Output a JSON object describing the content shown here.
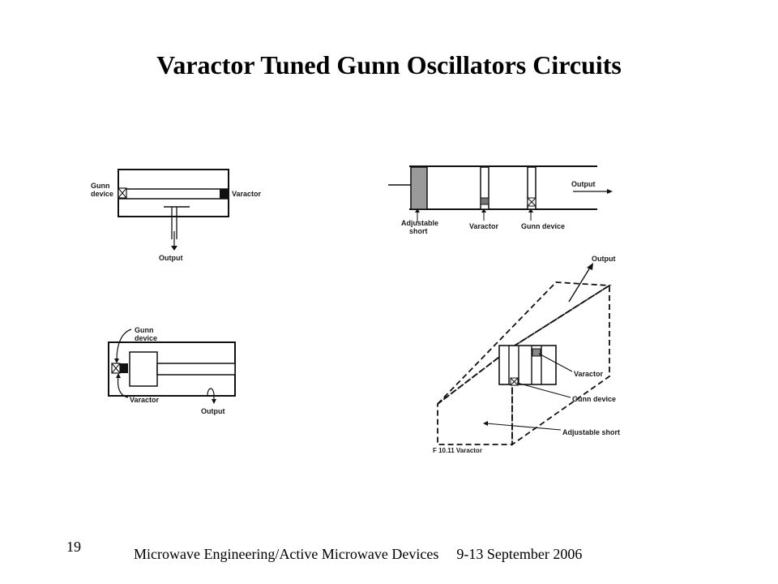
{
  "slide": {
    "title": "Varactor Tuned Gunn Oscillators Circuits",
    "number": "19",
    "footer_course": "Microwave Engineering/Active Microwave Devices",
    "footer_date": "9-13 September 2006"
  },
  "figures": {
    "waveguide_top_left": {
      "gunn_line1": "Gunn",
      "gunn_line2": "device",
      "varactor": "Varactor",
      "output": "Output"
    },
    "coax_top_right": {
      "short_line1": "Adjustable",
      "short_line2": "short",
      "varactor": "Varactor",
      "gunn": "Gunn device",
      "output": "Output"
    },
    "microstrip_bottom_left": {
      "gunn_line1": "Gunn",
      "gunn_line2": "device",
      "varactor": "Varactor",
      "output": "Output"
    },
    "cavity_bottom_right": {
      "output": "Output",
      "varactor": "Varactor",
      "gunn": "Gunn device",
      "short": "Adjustable short",
      "caption": "F 10.11   Varactor"
    }
  }
}
